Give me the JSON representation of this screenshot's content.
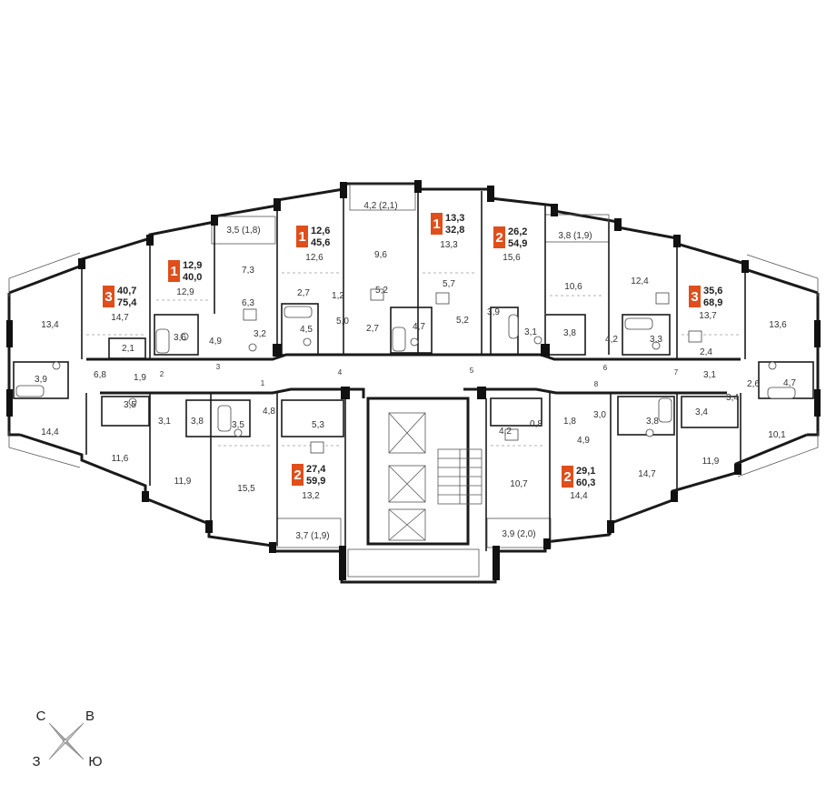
{
  "apartments": [
    {
      "rooms": "3",
      "living": "40,7",
      "total": "75,4"
    },
    {
      "rooms": "1",
      "living": "12,9",
      "total": "40,0"
    },
    {
      "rooms": "1",
      "living": "12,6",
      "total": "45,6"
    },
    {
      "rooms": "1",
      "living": "13,3",
      "total": "32,8"
    },
    {
      "rooms": "2",
      "living": "26,2",
      "total": "54,9"
    },
    {
      "rooms": "3",
      "living": "35,6",
      "total": "68,9"
    },
    {
      "rooms": "2",
      "living": "27,4",
      "total": "59,9"
    },
    {
      "rooms": "2",
      "living": "29,1",
      "total": "60,3"
    }
  ],
  "room_labels": [
    "4,2 (2,1)",
    "3,5 (1,8)",
    "3,8 (1,9)",
    "13,4",
    "14,7",
    "12,9",
    "7,3",
    "12,6",
    "9,6",
    "13,3",
    "15,6",
    "10,6",
    "12,4",
    "13,7",
    "13,6",
    "6,3",
    "2,7",
    "1,2",
    "5,2",
    "5,7",
    "3,9",
    "5,0",
    "2,7",
    "4,7",
    "5,2",
    "3,6",
    "4,9",
    "3,2",
    "4,5",
    "3,1",
    "3,8",
    "4,2",
    "3,3",
    "2,4",
    "2,1",
    "6,8",
    "1,9",
    "3,9",
    "3,5",
    "3,1",
    "3,8",
    "3,5",
    "4,8",
    "5,3",
    "14,4",
    "11,6",
    "11,9",
    "15,5",
    "13,2",
    "3,7 (1,9)",
    "4,2",
    "0,8",
    "1,8",
    "3,0",
    "4,9",
    "3,8",
    "3,4",
    "3,1",
    "2,6",
    "4,7",
    "3,4",
    "10,7",
    "14,4",
    "14,7",
    "11,9",
    "10,1",
    "3,9 (2,0)"
  ],
  "doors": [
    "1",
    "2",
    "3",
    "4",
    "5",
    "6",
    "7",
    "8"
  ],
  "compass": {
    "north": "С",
    "east": "В",
    "south": "Ю",
    "west": "З"
  },
  "colors": {
    "badge": "#e04e1b",
    "wall": "#1a1a1a",
    "badge_border": "#e04e1b"
  },
  "icons": [
    "compass-star-icon",
    "elevator-icon",
    "stair-icon",
    "bathtub-icon",
    "toilet-icon",
    "sink-icon",
    "stove-icon"
  ]
}
